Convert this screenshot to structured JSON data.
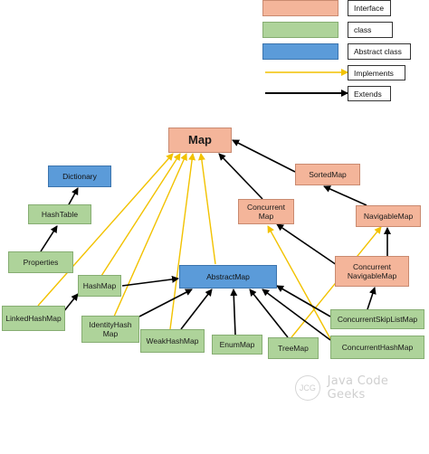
{
  "legend": {
    "interface_label": "Interface",
    "class_label": "class",
    "abstract_label": "Abstract class",
    "implements_label": "Implements",
    "extends_label": "Extends"
  },
  "nodes": {
    "map": "Map",
    "dictionary": "Dictionary",
    "hashtable": "HashTable",
    "properties": "Properties",
    "sortedmap": "SortedMap",
    "concurrentmap": "Concurrent\nMap",
    "navigablemap": "NavigableMap",
    "concurrentnavigablemap": "Concurrent\nNavigableMap",
    "abstractmap": "AbstractMap",
    "hashmap": "HashMap",
    "linkedhashmap": "LinkedHashMap",
    "identityhashmap": "IdentityHash\nMap",
    "weakhashmap": "WeakHashMap",
    "enummap": "EnumMap",
    "treemap": "TreeMap",
    "concurrentskiplistmap": "ConcurrentSkipListMap",
    "concurrenthashmap": "ConcurrentHashMap"
  },
  "colors": {
    "interface_fill": "#f4b59a",
    "class_fill": "#aed39a",
    "abstract_fill": "#5b9bd9",
    "implements_line": "#f2c200",
    "extends_line": "#000000"
  },
  "watermark": {
    "logo_text": "JCG",
    "text": "Java Code Geeks"
  }
}
